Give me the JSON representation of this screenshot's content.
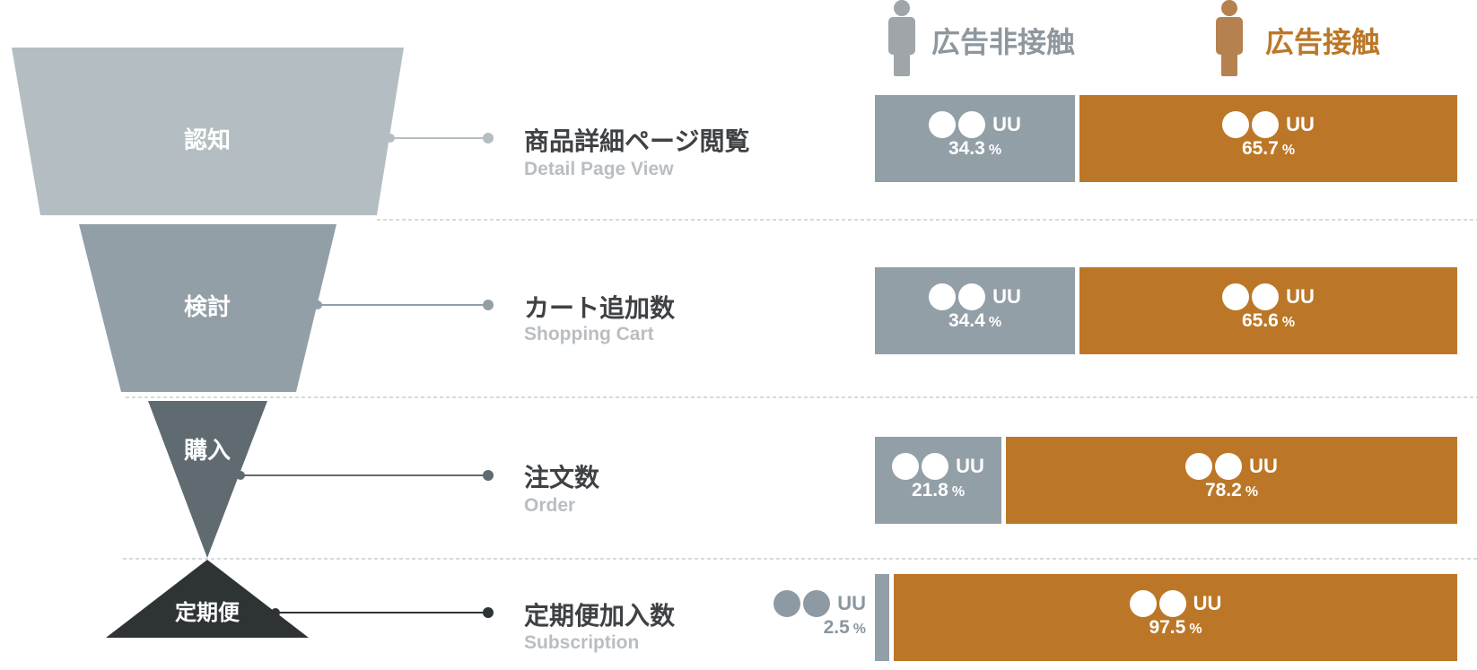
{
  "colors": {
    "non_exposed": "#939fa7",
    "exposed": "#bb7727",
    "stage1": "#b4bec2",
    "stage2": "#939fa7",
    "stage3": "#5f6b71",
    "stage4": "#2e3335"
  },
  "legend": {
    "non_exposed_label": "広告非接触",
    "exposed_label": "広告接触",
    "icon": "person-icon"
  },
  "stages": [
    {
      "label": "認知",
      "metric_jp": "商品詳細ページ閲覧",
      "metric_en": "Detail Page View",
      "non_exposed": {
        "count": "●● UU",
        "percent": 34.3
      },
      "exposed": {
        "count": "●● UU",
        "percent": 65.7
      }
    },
    {
      "label": "検討",
      "metric_jp": "カート追加数",
      "metric_en": "Shopping Cart",
      "non_exposed": {
        "count": "●● UU",
        "percent": 34.4
      },
      "exposed": {
        "count": "●● UU",
        "percent": 65.6
      }
    },
    {
      "label": "購入",
      "metric_jp": "注文数",
      "metric_en": "Order",
      "non_exposed": {
        "count": "●● UU",
        "percent": 21.8
      },
      "exposed": {
        "count": "●● UU",
        "percent": 78.2
      }
    },
    {
      "label": "定期便",
      "metric_jp": "定期便加入数",
      "metric_en": "Subscription",
      "non_exposed": {
        "count": "●● UU",
        "percent": 2.5
      },
      "exposed": {
        "count": "●● UU",
        "percent": 97.5
      }
    }
  ],
  "uu_unit": "UU",
  "percent_symbol": "%"
}
